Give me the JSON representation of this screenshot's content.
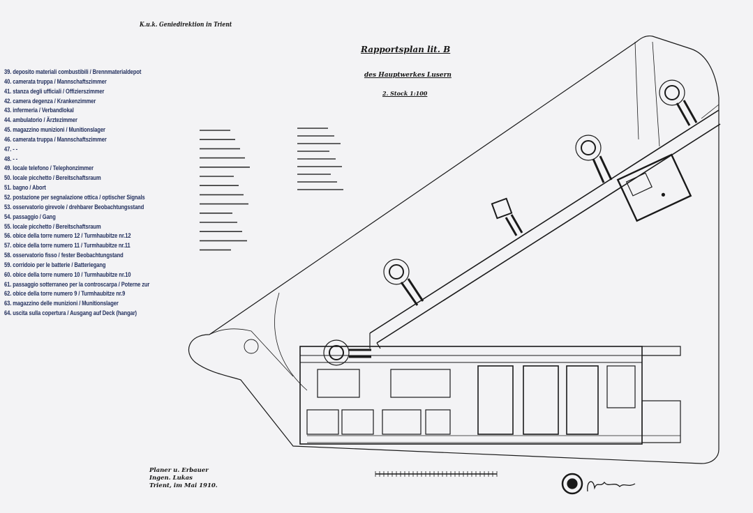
{
  "header": {
    "office": "K.u.k. Geniedirektion in Trient",
    "title": "Rapportsplan lit. B",
    "subtitle": "des Hauptwerkes Lusern",
    "floor": "2. Stock 1:100"
  },
  "legend": [
    "39.  deposito materiali combustibili / Brennmaterialdepot",
    "40.  camerata truppa / Mannschaftszimmer",
    "41.  stanza degli ufficiali / Offizierszimmer",
    "42.  camera degenza / Krankenzimmer",
    "43.  infermeria / Verbandlokal",
    "44.  ambulatorio / Ärztezimmer",
    "45.  magazzino munizioni / Munitionslager",
    "46.  camerata truppa / Mannschaftszimmer",
    "47.  - -",
    "48.  - -",
    "49.  locale telefono / Telephonzimmer",
    "50.  locale picchetto / Bereitschaftsraum",
    "51.  bagno / Abort",
    "52.  postazione per segnalazione ottica / optischer Signals",
    "53.  osservatorio girevole / drehbarer Beobachtungsstand",
    "54.  passaggio / Gang",
    "55.  locale picchetto / Bereitschaftsraum",
    "56.  obice della torre numero 12 / Turmhaubitze nr.12",
    "57.  obice della torre numero 11 / Turmhaubitze nr.11",
    "58.  osservatorio fisso / fester Beobachtungstand",
    "59.  corridoio per le batterie / Batteriegang",
    "60.  obice della torre numero 10 / Turmhaubitze nr.10",
    "61.  passaggio sotterraneo per la controscarpa / Poterne zur",
    "62.  obice della torre numero 9 / Turmhaubitze nr.9",
    "63.  magazzino delle munizioni / Munitionslager",
    "64.  uscita sulla copertura / Ausgang auf Deck (hangar)"
  ],
  "footer": {
    "maker_lines": [
      "Planer u. Erbauer",
      "Ingen. Lukas",
      "Trient, im Mai 1910."
    ],
    "signature": "Dellinger"
  }
}
